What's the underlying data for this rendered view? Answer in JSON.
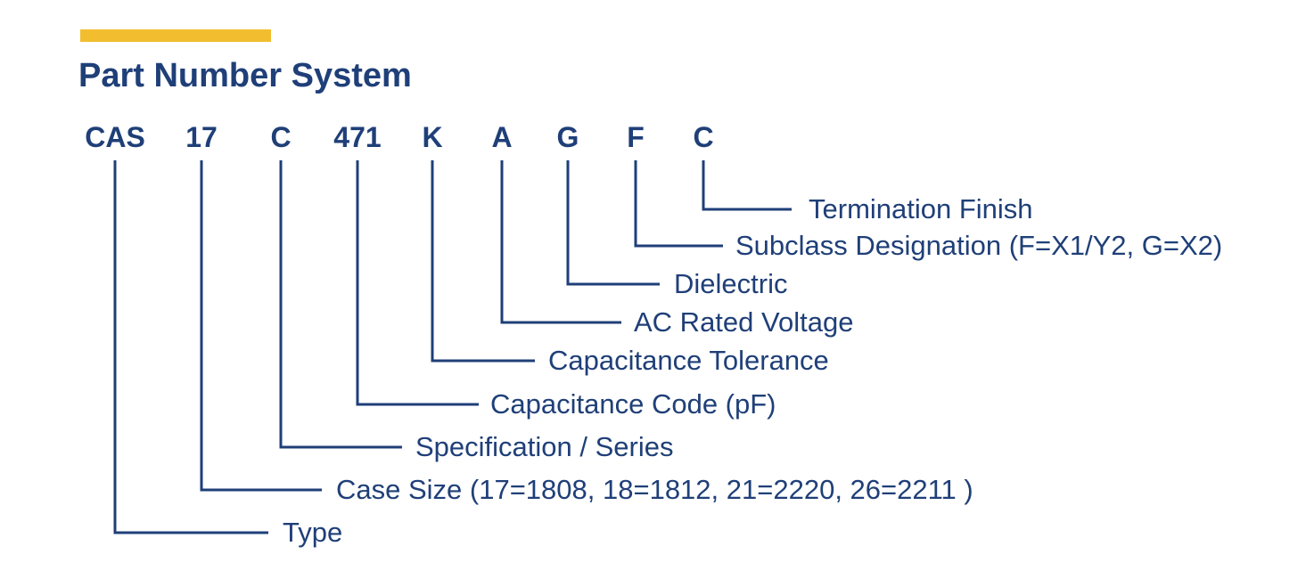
{
  "title": "Part Number System",
  "colors": {
    "accent": "#F2BE30",
    "primary": "#1F3F78",
    "text": "#1F3F78"
  },
  "segments": [
    {
      "code": "CAS",
      "label": "Type"
    },
    {
      "code": "17",
      "label": "Case Size (17=1808, 18=1812, 21=2220, 26=2211 )"
    },
    {
      "code": "C",
      "label": "Specification / Series"
    },
    {
      "code": "471",
      "label": "Capacitance Code (pF)"
    },
    {
      "code": "K",
      "label": "Capacitance Tolerance"
    },
    {
      "code": "A",
      "label": "AC Rated Voltage"
    },
    {
      "code": "G",
      "label": "Dielectric"
    },
    {
      "code": "F",
      "label": "Subclass Designation (F=X1/Y2, G=X2)"
    },
    {
      "code": "C",
      "label": "Termination Finish"
    }
  ]
}
